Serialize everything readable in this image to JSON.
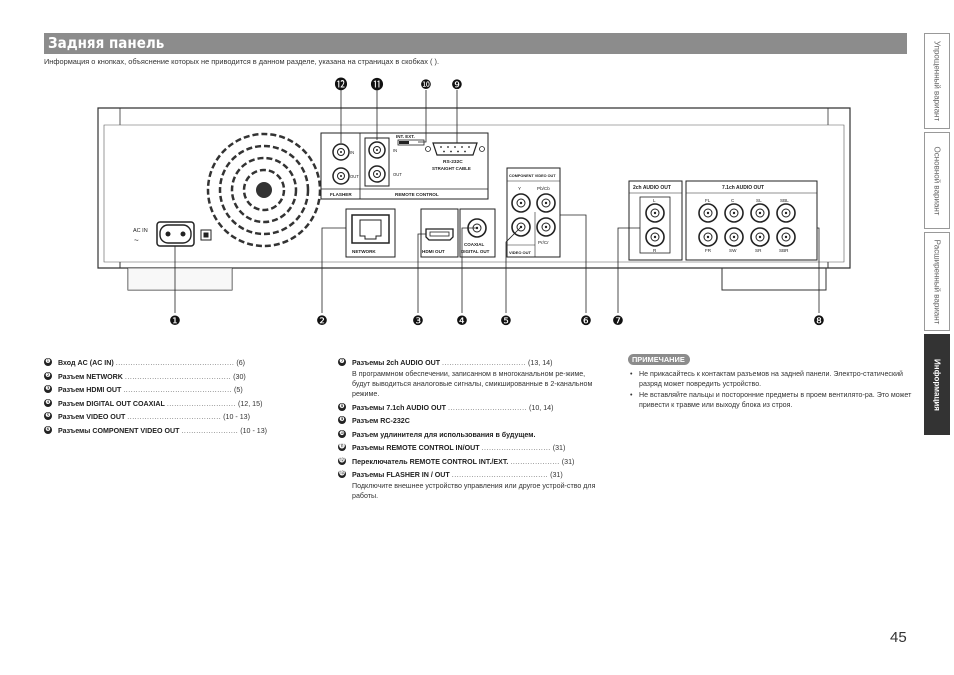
{
  "header": {
    "title": "Задняя панель"
  },
  "intro": "Информация о кнопках, объяснение которых не приводится в данном разделе, указана на страницах в скобках ( ).",
  "side_tabs": [
    {
      "label": "Упрощенный вариант",
      "active": false
    },
    {
      "label": "Основной вариант",
      "active": false
    },
    {
      "label": "Расширенный вариант",
      "active": false
    },
    {
      "label": "Информация",
      "active": true
    }
  ],
  "page_number": "45",
  "diagram": {
    "callouts_top": [
      "⓬",
      "⓫",
      "❿",
      "❾"
    ],
    "callouts_bottom": [
      "❶",
      "❷",
      "❸",
      "❹",
      "❺",
      "❻",
      "❼",
      "❽"
    ],
    "labels": {
      "ac_in": "AC IN",
      "flasher": "FLASHER",
      "remote_control": "REMOTE CONTROL",
      "in": "IN",
      "out": "OUT",
      "int_ext": "INT. EXT.",
      "rs232c": "RS-232C",
      "straight_cable": "STRAIGHT CABLE",
      "network": "NETWORK",
      "hdmi_out": "HDMI OUT",
      "coaxial": "COAXIAL",
      "digital_out": "DIGITAL OUT",
      "component_video_out": "COMPONENT VIDEO OUT",
      "y": "Y",
      "pb_cb": "Pb/Cb",
      "pr_cr": "Pr/Cr",
      "video_out": "VIDEO OUT",
      "audio_2ch": "2ch AUDIO OUT",
      "audio_71": "7.1ch AUDIO OUT",
      "l": "L",
      "r": "R",
      "fl": "FL",
      "c": "C",
      "sl": "SL",
      "sbl": "SBL",
      "fr": "FR",
      "sw": "SW",
      "sr": "SR",
      "sbr": "SBR"
    }
  },
  "items_left": [
    {
      "num": "❶",
      "label": "Вход AC (AC IN)",
      "dots": "................................................",
      "page": "(6)"
    },
    {
      "num": "❷",
      "label": "Разъем NETWORK",
      "dots": "...........................................",
      "page": "(30)"
    },
    {
      "num": "❸",
      "label": "Разъем HDMI OUT",
      "dots": "............................................",
      "page": "(5)"
    },
    {
      "num": "❹",
      "label": "Разъем DIGITAL OUT COAXIAL",
      "dots": "............................",
      "page": "(12, 15)"
    },
    {
      "num": "❺",
      "label": "Разъем VIDEO OUT",
      "dots": "......................................",
      "page": "(10 - 13)"
    },
    {
      "num": "❻",
      "label": "Разъемы COMPONENT VIDEO OUT",
      "dots": ".......................",
      "page": "(10 - 13)"
    }
  ],
  "items_right": [
    {
      "num": "❼",
      "label": "Разъемы 2ch AUDIO OUT",
      "dots": "..................................",
      "page": "(13, 14)",
      "desc": "В программном обеспечении, записанном в многоканальном ре-жиме, будут выводиться аналоговые сигналы, смикшированные в 2-канальном режиме."
    },
    {
      "num": "❽",
      "label": "Разъемы 7.1ch AUDIO OUT",
      "dots": "................................",
      "page": "(10, 14)",
      "desc": ""
    },
    {
      "num": "❾",
      "label": "Разъем RC-232C",
      "dots": "",
      "page": "",
      "desc": ""
    },
    {
      "num": "❿",
      "label": "Разъем удлинителя для использования в будущем.",
      "dots": "",
      "page": "",
      "desc": ""
    },
    {
      "num": "⓫",
      "label": "Разъемы REMOTE CONTROL IN/OUT",
      "dots": "............................",
      "page": "(31)",
      "desc": ""
    },
    {
      "num": "⓬",
      "label": "Переключатель REMOTE CONTROL INT./EXT.",
      "dots": "....................",
      "page": "(31)",
      "desc": ""
    },
    {
      "num": "⓭",
      "label": "Разъемы FLASHER IN / OUT",
      "dots": ".......................................",
      "page": "(31)",
      "desc": "Подключите внешнее устройство управления или другое устрой-ство для работы."
    }
  ],
  "note": {
    "header": "ПРИМЕЧАНИЕ",
    "items": [
      "Не прикасайтесь к контактам разъемов на задней панели. Электро-статический разряд может повредить устройство.",
      "Не вставляйте пальцы и посторонние предметы в проем вентилято-ра. Это может привести к травме или выходу блока из строя."
    ]
  }
}
